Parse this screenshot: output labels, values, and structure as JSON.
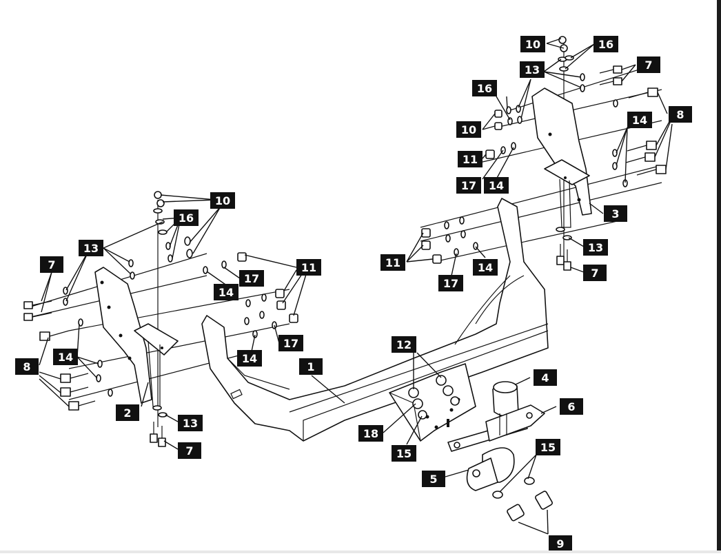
{
  "diagram": {
    "callouts": [
      {
        "id": "c1",
        "text": "1"
      },
      {
        "id": "c2",
        "text": "2"
      },
      {
        "id": "c3",
        "text": "3"
      },
      {
        "id": "c4",
        "text": "4"
      },
      {
        "id": "c5",
        "text": "5"
      },
      {
        "id": "c6",
        "text": "6"
      },
      {
        "id": "c7a",
        "text": "7"
      },
      {
        "id": "c7b",
        "text": "7"
      },
      {
        "id": "c7c",
        "text": "7"
      },
      {
        "id": "c7d",
        "text": "7"
      },
      {
        "id": "c8a",
        "text": "8"
      },
      {
        "id": "c8b",
        "text": "8"
      },
      {
        "id": "c9",
        "text": "9"
      },
      {
        "id": "c10a",
        "text": "10"
      },
      {
        "id": "c10b",
        "text": "10"
      },
      {
        "id": "c10c",
        "text": "10"
      },
      {
        "id": "c11a",
        "text": "11"
      },
      {
        "id": "c11b",
        "text": "11"
      },
      {
        "id": "c11c",
        "text": "11"
      },
      {
        "id": "c12",
        "text": "12"
      },
      {
        "id": "c13a",
        "text": "13"
      },
      {
        "id": "c13b",
        "text": "13"
      },
      {
        "id": "c13c",
        "text": "13"
      },
      {
        "id": "c13d",
        "text": "13"
      },
      {
        "id": "c14a",
        "text": "14"
      },
      {
        "id": "c14b",
        "text": "14"
      },
      {
        "id": "c14c",
        "text": "14"
      },
      {
        "id": "c14d",
        "text": "14"
      },
      {
        "id": "c14e",
        "text": "14"
      },
      {
        "id": "c14f",
        "text": "14"
      },
      {
        "id": "c15a",
        "text": "15"
      },
      {
        "id": "c15b",
        "text": "15"
      },
      {
        "id": "c16a",
        "text": "16"
      },
      {
        "id": "c16b",
        "text": "16"
      },
      {
        "id": "c16c",
        "text": "16"
      },
      {
        "id": "c17a",
        "text": "17"
      },
      {
        "id": "c17b",
        "text": "17"
      },
      {
        "id": "c17c",
        "text": "17"
      },
      {
        "id": "c17d",
        "text": "17"
      },
      {
        "id": "c18",
        "text": "18"
      }
    ]
  }
}
